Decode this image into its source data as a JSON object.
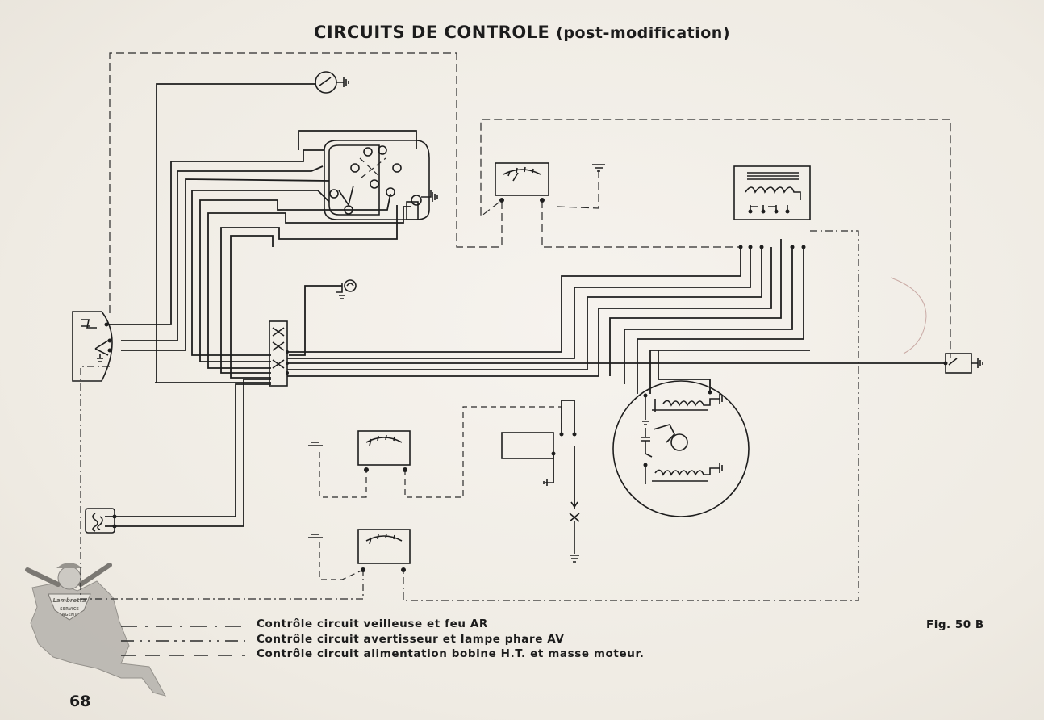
{
  "title": {
    "main": "CIRCUITS DE CONTROLE",
    "sub": "(post-modification)"
  },
  "legend": [
    {
      "line_style": "dash-dot",
      "text": "Contrôle circuit veilleuse et feu AR"
    },
    {
      "line_style": "dash-dot-dot",
      "text": "Contrôle circuit avertisseur et lampe phare AV"
    },
    {
      "line_style": "long-dash",
      "text": "Contrôle circuit alimentation bobine H.T. et masse moteur."
    }
  ],
  "figure_label": "Fig. 50 B",
  "page_number": "68",
  "logo": {
    "text_lines": [
      "Lambretta",
      "SERVICE",
      "AGENT"
    ]
  },
  "colors": {
    "paper": "#f1ede6",
    "ink": "#1e1e1e",
    "logo_grey": "#a9a6a1"
  }
}
